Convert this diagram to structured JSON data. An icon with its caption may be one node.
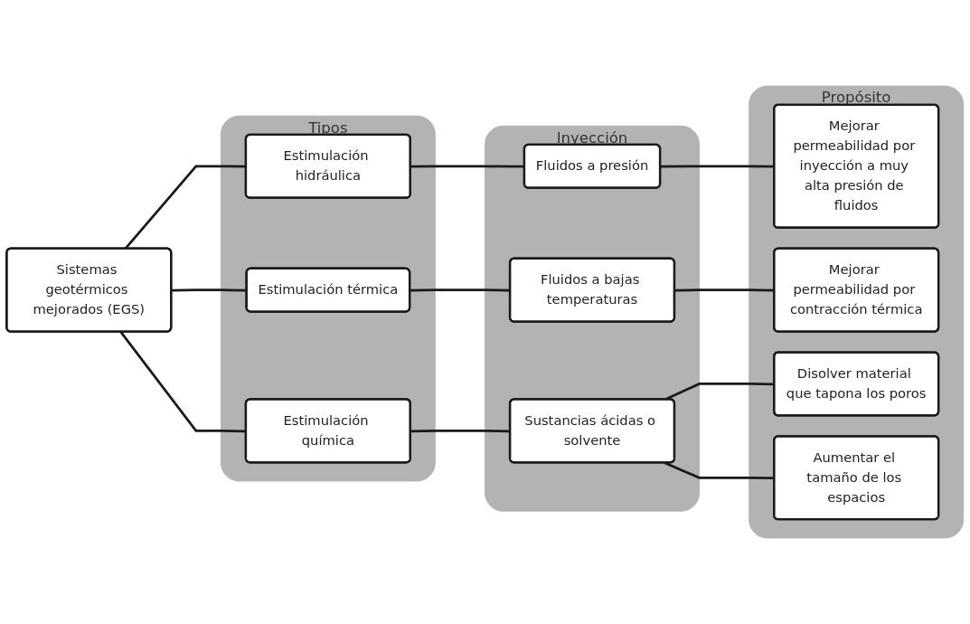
{
  "diagram": {
    "nodes": [
      {
        "text": [
          "Sistemas geotérmicos mejorados (EGS)"
        ]
      },
      {
        "text": [
          "Tipos"
        ]
      },
      {
        "text": [
          "Estimulación hidráulica"
        ],
        "in": 1
      },
      {
        "text": [
          "Estimulación térmica"
        ],
        "in": 1
      },
      {
        "text": [
          "Estimulación química"
        ],
        "in": 1
      },
      {
        "text": [
          "Inyección"
        ]
      },
      {
        "text": [
          "Fluidos a presión"
        ],
        "in": 5
      },
      {
        "text": [
          "Fluidos a bajas temperaturas"
        ],
        "in": 5
      },
      {
        "text": [
          "Sustancias ácidas o solvente"
        ],
        "in": 5
      },
      {
        "text": [
          "Propósito"
        ]
      },
      {
        "text": [
          "Mejorar permeabilidad por inyección a muy alta presión de fluidos"
        ],
        "in": 9
      },
      {
        "text": [
          "Mejorar permeabilidad por contracción térmica"
        ],
        "in": 9
      },
      {
        "text": [
          "Disolver material que tapona los poros"
        ],
        "in": 9
      },
      {
        "text": [
          "Aumentar el tamaño de los espacios"
        ],
        "in": 9
      }
    ],
    "edges": [
      {
        "from": 0,
        "to": 2,
        "arrow": "none"
      },
      {
        "from": 0,
        "to": 3,
        "arrow": "none"
      },
      {
        "from": 0,
        "to": 4,
        "arrow": "none"
      },
      {
        "from": 2,
        "to": 6,
        "arrow": "none"
      },
      {
        "from": 3,
        "to": 7,
        "arrow": "none"
      },
      {
        "from": 4,
        "to": 8,
        "arrow": "none"
      },
      {
        "from": 6,
        "to": 10,
        "arrow": "none"
      },
      {
        "from": 7,
        "to": 11,
        "arrow": "none"
      },
      {
        "from": 8,
        "to": 12,
        "arrow": "none"
      },
      {
        "from": 8,
        "to": 13,
        "arrow": "none"
      }
    ]
  }
}
